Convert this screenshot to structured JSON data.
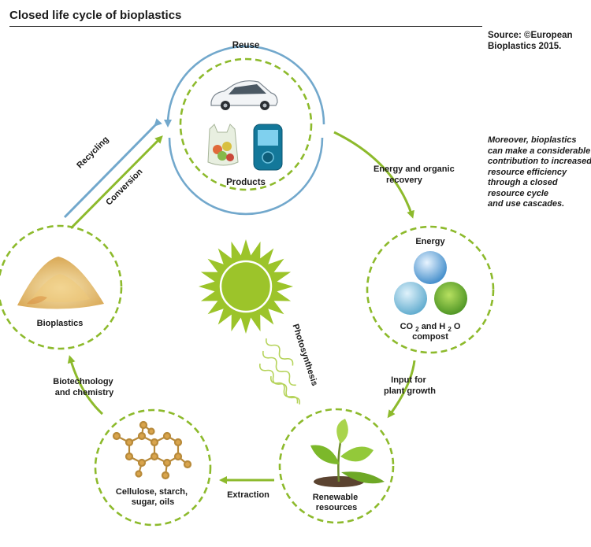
{
  "header": {
    "title": "Closed life cycle of bioplastics",
    "source_lines": [
      "Source: ©European",
      "Bioplastics 2015."
    ]
  },
  "note_lines": [
    "Moreover, bioplastics",
    "can make a considerable",
    "contribution to increased",
    "resource efficiency",
    "through a closed",
    "resource cycle",
    "and use cascades."
  ],
  "nodes": {
    "products": "Products",
    "energy": "Energy",
    "co2_prefix": "CO",
    "co2_sub": "2",
    "and_h": " and H",
    "h2o_sub": "2",
    "o_suffix": "O",
    "compost": "compost",
    "renewable_1": "Renewable",
    "renewable_2": "resources",
    "cellulose_1": "Cellulose, starch,",
    "cellulose_2": "sugar, oils",
    "bioplastics": "Bioplastics"
  },
  "arrows": {
    "reuse": "Reuse",
    "recycling": "Recycling",
    "conversion": "Conversion",
    "energy_recovery_1": "Energy and organic",
    "energy_recovery_2": "recovery",
    "input_1": "Input for",
    "input_2": "plant growth",
    "extraction": "Extraction",
    "biotech_1": "Biotechnology",
    "biotech_2": "and chemistry",
    "photosynthesis": "Photosynthesis"
  },
  "colors": {
    "green": "#8dba2c",
    "blue": "#72a8cc",
    "sun": "#9cc42a",
    "text": "#1a1a1a"
  }
}
